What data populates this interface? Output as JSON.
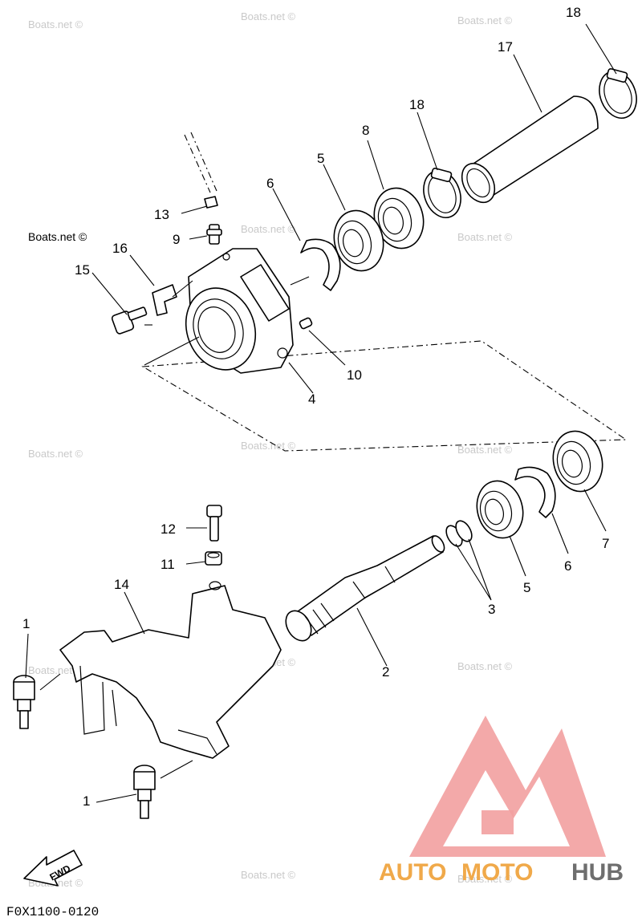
{
  "watermark": "Boats.net ©",
  "diagram_code": "F0X1100-0120",
  "fwd_label": "FWD",
  "logo": {
    "part1": "AUTO",
    "part2": "MOTO",
    "part3": "HUB",
    "color_accent": "#f2a0a0",
    "color_orange": "#f0a94a",
    "color_dark": "#6e6e6e"
  },
  "labels": {
    "l18a": "18",
    "l17": "17",
    "l18b": "18",
    "l8": "8",
    "l5a": "5",
    "l6a": "6",
    "l13": "13",
    "l9": "9",
    "l16": "16",
    "l15": "15",
    "l10": "10",
    "l4": "4",
    "l12": "12",
    "l11": "11",
    "l14": "14",
    "l1a": "1",
    "l2": "2",
    "l3": "3",
    "l5b": "5",
    "l6b": "6",
    "l7": "7",
    "l1b": "1"
  }
}
